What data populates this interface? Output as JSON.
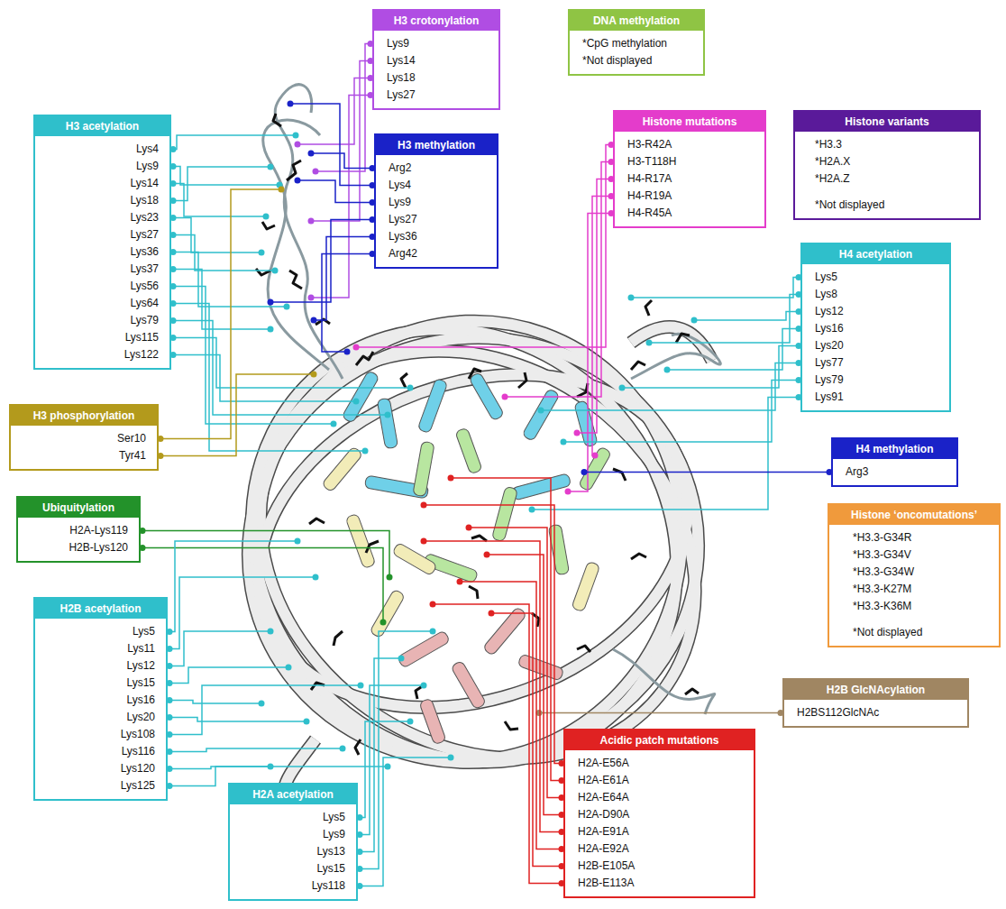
{
  "diagram": {
    "nodes": [
      {
        "text": [
          "H3 crotonylation",
          "Lys9",
          "Lys14",
          "Lys18",
          "Lys27"
        ]
      },
      {
        "text": [
          "DNA methylation",
          "*CpG methylation",
          "*Not displayed"
        ]
      },
      {
        "text": [
          "H3 acetylation",
          "Lys4",
          "Lys9",
          "Lys14",
          "Lys18",
          "Lys23",
          "Lys27",
          "Lys36",
          "Lys37",
          "Lys56",
          "Lys64",
          "Lys79",
          "Lys115",
          "Lys122"
        ]
      },
      {
        "text": [
          "H3 methylation",
          "Arg2",
          "Lys4",
          "Lys9",
          "Lys27",
          "Lys36",
          "Arg42"
        ]
      },
      {
        "text": [
          "Histone mutations",
          "H3-R42A",
          "H3-T118H",
          "H4-R17A",
          "H4-R19A",
          "H4-R45A"
        ]
      },
      {
        "text": [
          "Histone variants",
          "*H3.3",
          "*H2A.X",
          "*H2A.Z",
          "*Not displayed"
        ]
      },
      {
        "text": [
          "H4 acetylation",
          "Lys5",
          "Lys8",
          "Lys12",
          "Lys16",
          "Lys20",
          "Lys77",
          "Lys79",
          "Lys91"
        ]
      },
      {
        "text": [
          "H3 phosphorylation",
          "Ser10",
          "Tyr41"
        ]
      },
      {
        "text": [
          "H4 methylation",
          "Arg3"
        ]
      },
      {
        "text": [
          "Ubiquitylation",
          "H2A-Lys119",
          "H2B-Lys120"
        ]
      },
      {
        "text": [
          "Histone ‘oncomutations’",
          "*H3.3-G34R",
          "*H3.3-G34V",
          "*H3.3-G34W",
          "*H3.3-K27M",
          "*H3.3-K36M",
          "*Not displayed"
        ]
      },
      {
        "text": [
          "H2B acetylation",
          "Lys5",
          "Lys11",
          "Lys12",
          "Lys15",
          "Lys16",
          "Lys20",
          "Lys108",
          "Lys116",
          "Lys120",
          "Lys125"
        ]
      },
      {
        "text": [
          "H2B GlcNAcylation",
          "H2BS112GlcNAc"
        ]
      },
      {
        "text": [
          "Acidic patch mutations",
          "H2A-E56A",
          "H2A-E61A",
          "H2A-E64A",
          "H2A-D90A",
          "H2A-E91A",
          "H2A-E92A",
          "H2B-E105A",
          "H2B-E113A"
        ]
      },
      {
        "text": [
          "H2A acetylation",
          "Lys5",
          "Lys9",
          "Lys13",
          "Lys15",
          "Lys118"
        ]
      }
    ]
  }
}
